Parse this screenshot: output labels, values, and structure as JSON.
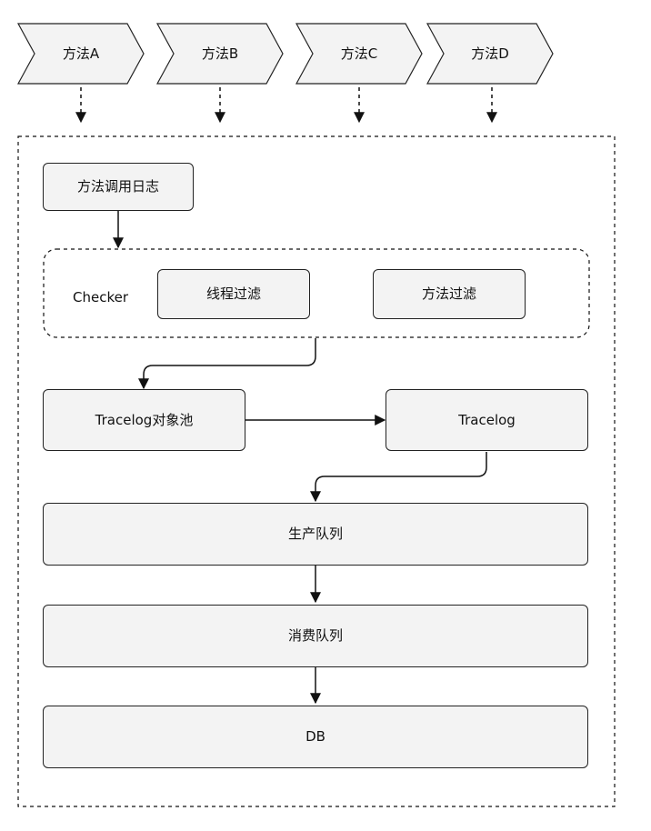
{
  "methods": [
    {
      "label": "方法A"
    },
    {
      "label": "方法B"
    },
    {
      "label": "方法C"
    },
    {
      "label": "方法D"
    }
  ],
  "checker": {
    "label": "Checker",
    "items": [
      {
        "label": "线程过滤"
      },
      {
        "label": "方法过滤"
      }
    ]
  },
  "nodes": {
    "method_call_log": "方法调用日志",
    "tracelog_pool": "Tracelog对象池",
    "tracelog": "Tracelog",
    "produce_queue": "生产队列",
    "consume_queue": "消费队列",
    "db": "DB"
  },
  "colors": {
    "stroke": "#222222",
    "box_fill": "#f3f3f3",
    "background": "#ffffff",
    "text": "#111111"
  }
}
